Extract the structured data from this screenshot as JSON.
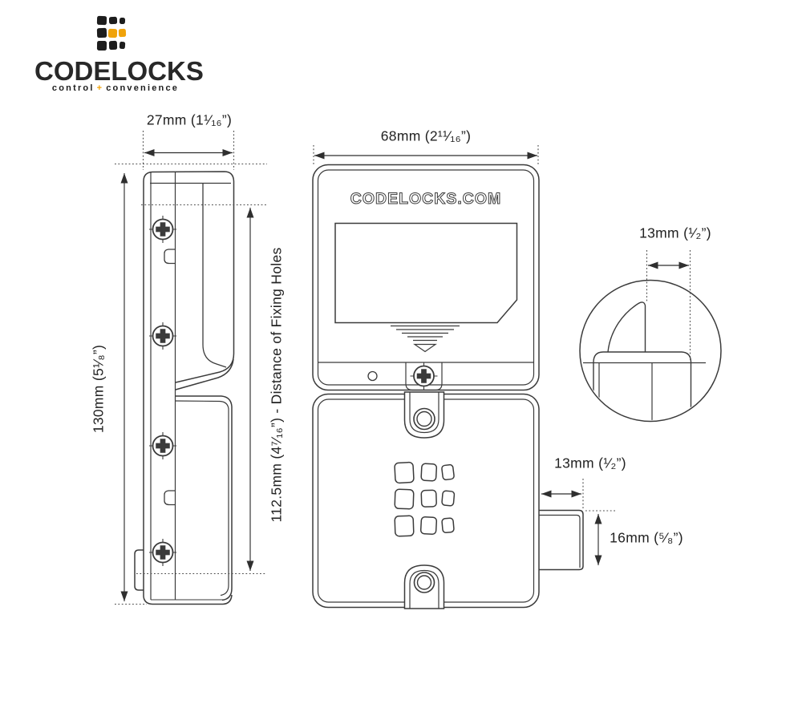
{
  "brand": {
    "name": "CODELOCKS",
    "tagline_left": "control",
    "tagline_plus": "+",
    "tagline_right": "convenience"
  },
  "colors": {
    "accent": "#F0A30A",
    "ink": "#282828",
    "line": "#3b3b3b"
  },
  "front_view": {
    "brand_url": "CODELOCKS.COM"
  },
  "dimensions": {
    "side_width": "27mm (1¹⁄₁₆”)",
    "side_height": "130mm (5¹⁄₈”)",
    "fixing_holes_distance": "112.5mm (4⁷⁄₁₆”) - Distance of Fixing Holes",
    "front_width": "68mm (2¹¹⁄₁₆”)",
    "latch_detail_width": "13mm (¹⁄₂”)",
    "latch_projection": "13mm (¹⁄₂”)",
    "latch_height": "16mm (⁵⁄₈”)"
  }
}
